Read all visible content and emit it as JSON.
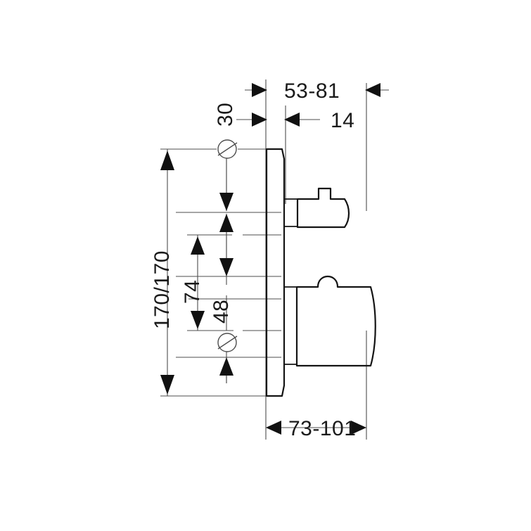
{
  "drawing": {
    "title": "Thermostatic shower mixer trim dimensional drawing",
    "units": "mm",
    "background_color": "#ffffff",
    "line_color": "#141414",
    "dimension_color": "#4d4d4d",
    "text_color": "#1a1a1a"
  },
  "dimensions": {
    "top_width": "53-81",
    "top_depth": "14",
    "plate_thickness": "30",
    "overall_height": "170/170",
    "mid_height": "74",
    "inner_height": "48",
    "bottom_width": "73-101"
  },
  "symbols": {
    "diameter": "⌀",
    "diameter_name": "diameter-symbol"
  },
  "labels": {
    "upper_handle": "upper-control-handle",
    "lower_handle": "lower-control-handle",
    "wall_plate": "wall-escutcheon-plate"
  }
}
